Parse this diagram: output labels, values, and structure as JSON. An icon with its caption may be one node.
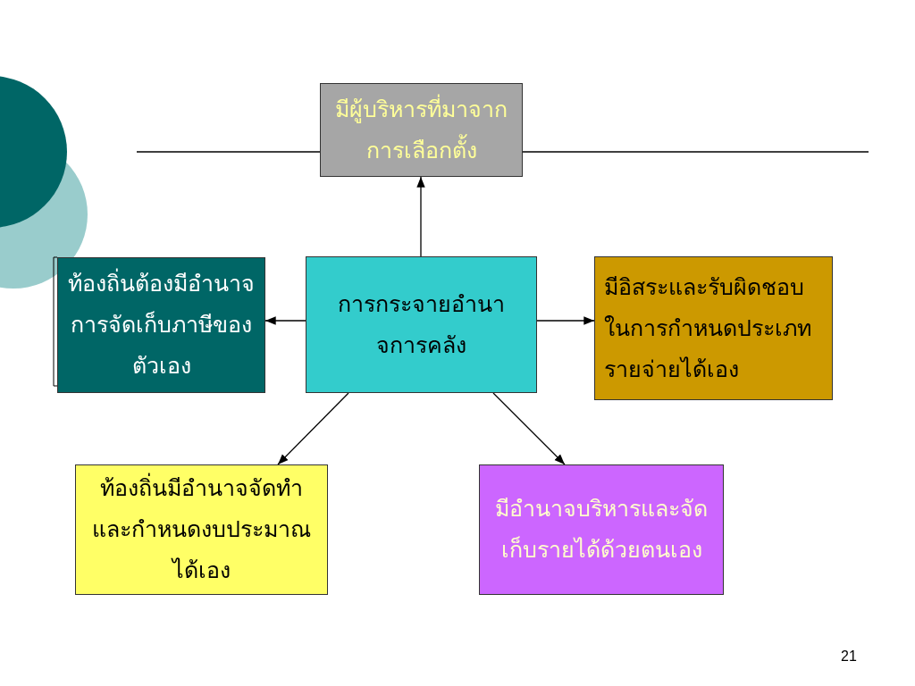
{
  "diagram": {
    "nodes": [
      {
        "text": [
          "มีผู้บริหารที่มาจากการเลือกตั้ง"
        ]
      },
      {
        "text": [
          "ท้องถิ่นต้องมีอำนาจการจัดเก็บภาษีของตัวเอง"
        ]
      },
      {
        "text": [
          "การกระจายอำนาจการคลัง"
        ]
      },
      {
        "text": [
          "มีอิสระและรับผิดชอบในการกำหนดประเภทรายจ่ายได้เอง"
        ]
      },
      {
        "text": [
          "ท้องถิ่นมีอำนาจจัดทำและกำหนดงบประมาณได้เอง"
        ]
      },
      {
        "text": [
          "มีอำนาจบริหารและจัดเก็บรายได้ด้วยตนเอง"
        ]
      }
    ],
    "edges": [
      {
        "from": 2,
        "to": 0,
        "arrow": "to"
      },
      {
        "from": 2,
        "to": 1,
        "arrow": "to"
      },
      {
        "from": 2,
        "to": 3,
        "arrow": "to"
      },
      {
        "from": 2,
        "to": 4,
        "arrow": "to"
      },
      {
        "from": 2,
        "to": 5,
        "arrow": "to"
      }
    ],
    "labels": [
      "21"
    ]
  }
}
